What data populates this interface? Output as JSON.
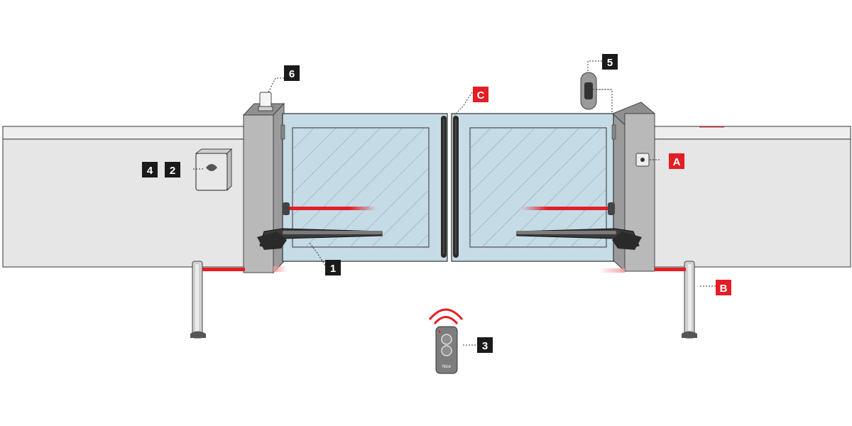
{
  "diagram": {
    "labels": {
      "motor": "1",
      "control_unit": "2",
      "transmitter": "3",
      "housing": "4",
      "key_selector": "5",
      "flashing_light": "6",
      "photocell_inner": "A",
      "photocell_post": "B",
      "edge": "C"
    },
    "remote_brand": "Nice",
    "colors": {
      "black_label": "#1a1a1a",
      "red_label": "#e31e24",
      "gate_fill": "#c5dbe6",
      "pillar": "#c0c0c0",
      "wall": "#e6e6e6",
      "beam": "#e31e24"
    }
  }
}
